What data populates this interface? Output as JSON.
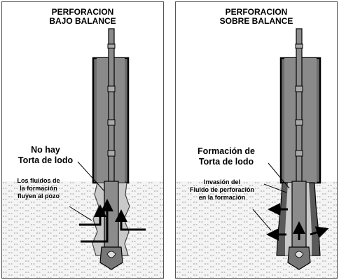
{
  "left_panel": {
    "title_line1": "PERFORACION",
    "title_line2": "BAJO BALANCE",
    "label_main_line1": "No hay",
    "label_main_line2": "Torta de lodo",
    "label_flow_line1": "Los fluidos de",
    "label_flow_line2": "la formación",
    "label_flow_line3": "fluyen al pozo"
  },
  "right_panel": {
    "title_line1": "PERFORACION",
    "title_line2": "SOBRE BALANCE",
    "label_main_line1": "Formación de",
    "label_main_line2": "Torta de lodo",
    "label_inv_line1": "Invasión del",
    "label_inv_line2": "Fluido de perforación",
    "label_inv_line3": "en la formación"
  }
}
